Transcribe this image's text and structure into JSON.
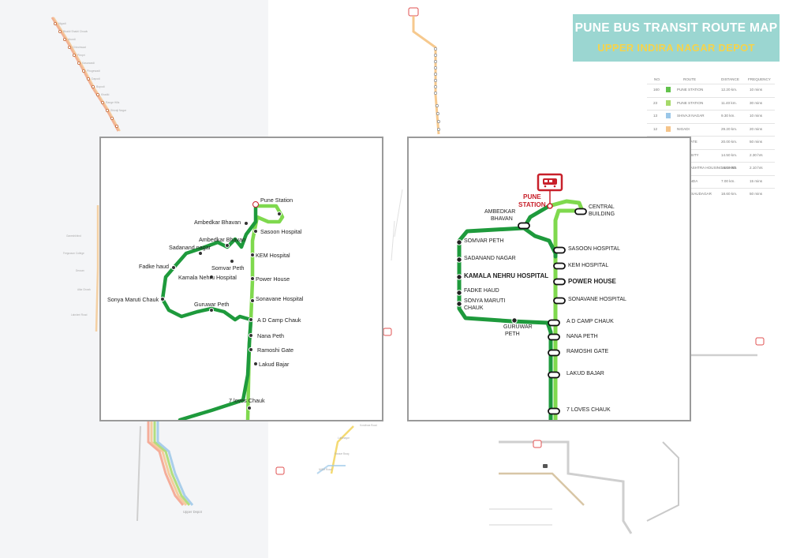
{
  "title": {
    "main": "PUNE BUS TRANSIT ROUTE MAP",
    "sub": "UPPER INDIRA NAGAR DEPOT"
  },
  "colors": {
    "route_dark": "#1e9a3c",
    "route_light": "#7fd94e",
    "station_red": "#c8202a",
    "header_bg": "#9bd6d1",
    "header_sub": "#f6d34a"
  },
  "route_table": {
    "headers": [
      "NO.",
      "ROUTE",
      "DISTANCE",
      "FREQUENCY"
    ],
    "rows": [
      {
        "no": "160",
        "route": "PUNE STATION",
        "distance": "12.20 km.",
        "frequency": "10 mins",
        "color": "#62c24c"
      },
      {
        "no": "23",
        "route": "PUNE STATION",
        "distance": "11.40 km.",
        "frequency": "30 mins",
        "color": "#a6d96a"
      },
      {
        "no": "13",
        "route": "SHIVAJI NAGAR",
        "distance": "9.30 km.",
        "frequency": "10 mins",
        "color": "#9bc7e8"
      },
      {
        "no": "12",
        "route": "NIGADI",
        "distance": "29.20 km.",
        "frequency": "20 mins",
        "color": "#f5c48a"
      },
      {
        "no": "",
        "route": "SWARGATE",
        "distance": "20.00 km.",
        "frequency": "50 mins",
        "color": "#f2a9a0"
      },
      {
        "no": "",
        "route": "UNIVERSITY",
        "distance": "14.50 km.",
        "frequency": "2.30 hrs",
        "color": "#c9b3de"
      },
      {
        "no": "",
        "route": "MAHARASHTRA HOUSING BOARD",
        "distance": "16.50 km.",
        "frequency": "2.10 hrs",
        "color": "#e9d36a"
      },
      {
        "no": "",
        "route": "KARWANDA",
        "distance": "7.00 km.",
        "frequency": "15 mins",
        "color": "#b5e2d9"
      },
      {
        "no": "",
        "route": "PIMPLE SAUDAGAR",
        "distance": "18.60 km.",
        "frequency": "50 mins",
        "color": "#d8d8d8"
      }
    ]
  },
  "geo_panel": {
    "stops": [
      {
        "id": "pune-station",
        "label": "Pune Station"
      },
      {
        "id": "ambedkar-bhavan-1",
        "label": "Ambedkar Bhavan"
      },
      {
        "id": "sasoon-hospital",
        "label": "Sasoon Hospital"
      },
      {
        "id": "ambedkar-bhavan-2",
        "label": "Ambedkar Bhavan"
      },
      {
        "id": "sadanand-nagar",
        "label": "Sadanand nagar"
      },
      {
        "id": "kem-hospital",
        "label": "KEM Hospital"
      },
      {
        "id": "fadke-haud",
        "label": "Fadke haud"
      },
      {
        "id": "somvar-peth",
        "label": "Somvar Peth"
      },
      {
        "id": "kamala-nehru-hospital",
        "label": "Kamala Nehru Hospital"
      },
      {
        "id": "power-house",
        "label": "Power House"
      },
      {
        "id": "sonya-maruti-chauk",
        "label": "Sonya Maruti Chauk"
      },
      {
        "id": "sonavane-hospital",
        "label": "Sonavane Hospital"
      },
      {
        "id": "guruwar-peth",
        "label": "Guruwar Peth"
      },
      {
        "id": "ad-camp-chauk",
        "label": "A D Camp Chauk"
      },
      {
        "id": "nana-peth",
        "label": "Nana Peth"
      },
      {
        "id": "ramoshi-gate",
        "label": "Ramoshi Gate"
      },
      {
        "id": "lakud-bajar",
        "label": "Lakud Bajar"
      },
      {
        "id": "7-loves-chauk",
        "label": "7 loves Chauk"
      }
    ]
  },
  "schematic_panel": {
    "station_label": [
      "PUNE",
      "STATION"
    ],
    "stops": {
      "central_building": [
        "CENTRAL",
        "BUILDING"
      ],
      "ambedkar_bhavan": [
        "AMBEDKAR",
        "BHAVAN"
      ],
      "somvar_peth": "SOMVAR PETH",
      "sadanand_nagar": "SADANAND NAGAR",
      "kamala_nehru_hospital": "KAMALA NEHRU HOSPITAL",
      "fadke_haud": "FADKE HAUD",
      "sonya_maruti_chauk": [
        "SONYA MARUTI",
        "CHAUK"
      ],
      "guruwar_peth": [
        "GURUWAR",
        "PETH"
      ],
      "sasoon_hospital": "SASOON HOSPITAL",
      "kem_hospital": "KEM HOSPITAL",
      "power_house": "POWER HOUSE",
      "sonavane_hospital": "SONAVANE HOSPITAL",
      "ad_camp_chauk": "A D CAMP CHAUK",
      "nana_peth": "NANA PETH",
      "ramoshi_gate": "RAMOSHI GATE",
      "lakud_bajar": "LAKUD BAJAR",
      "7_loves_chauk": "7 LOVES CHAUK"
    }
  },
  "background_labels": {
    "upper_depot": "Upper Depot"
  }
}
